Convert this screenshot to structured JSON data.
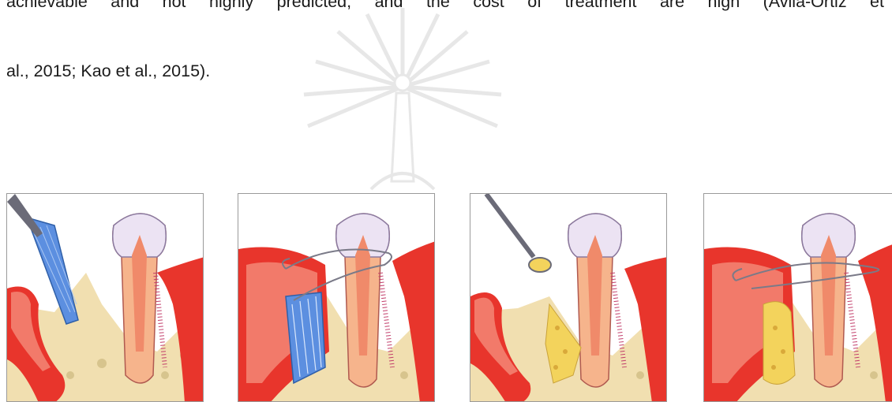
{
  "body_text": {
    "line1": "achievable and not highly predicted, and the cost of treatment are high (Avila-Ortiz et",
    "line2": "al., 2015; Kao et al., 2015)."
  },
  "figure": {
    "panels": [
      {
        "stage": "membrane-placement"
      },
      {
        "stage": "membrane-sutured"
      },
      {
        "stage": "bone-graft-placement"
      },
      {
        "stage": "graft-healed-sutured"
      }
    ]
  },
  "colors": {
    "gingiva": "#e8352c",
    "gingiva_light": "#f27a6a",
    "bone": "#f1dfb0",
    "tooth_root": "#f6b48c",
    "enamel": "#ece3f3",
    "membrane": "#5c8fe0",
    "graft": "#f3d35c"
  }
}
